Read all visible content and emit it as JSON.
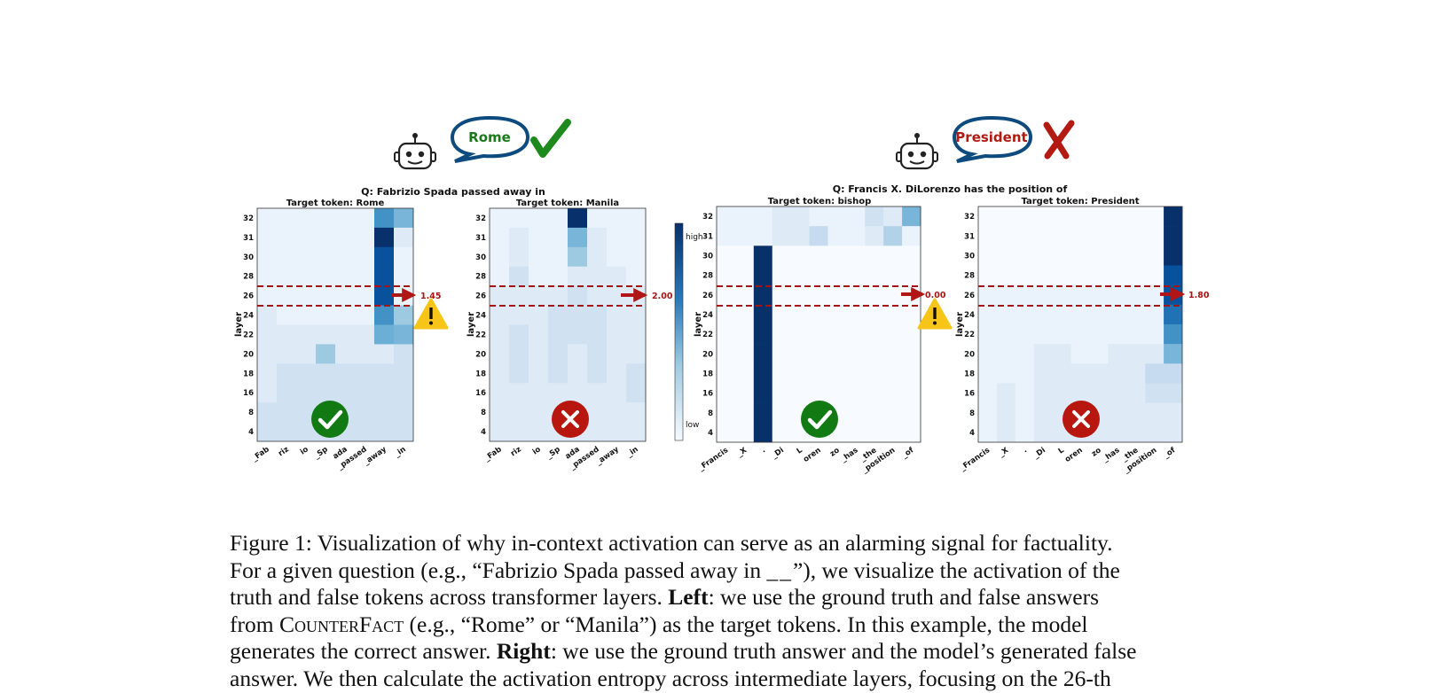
{
  "figure": {
    "left_panel": {
      "question": "Q: Fabrizio Spada passed away in",
      "bubble_text": "Rome",
      "verdict_icon": "check-mark-icon",
      "heatmaps": [
        {
          "target_label": "Target token:  Rome",
          "x_tokens": [
            "_Fab",
            "riz",
            "io",
            "_Sp",
            "ada",
            "_passed",
            "_away",
            "_in"
          ],
          "y_ticks": [
            "32",
            "31",
            "30",
            "28",
            "26",
            "24",
            "22",
            "20",
            "18",
            "16",
            "8",
            "4"
          ],
          "y_label": "layer",
          "arrow_value": "1.45",
          "warning": true,
          "result_icon": "check-circle-icon"
        },
        {
          "target_label": "Target token:  Manila",
          "x_tokens": [
            "_Fab",
            "riz",
            "io",
            "_Sp",
            "ada",
            "_passed",
            "_away",
            "_in"
          ],
          "y_ticks": [
            "32",
            "31",
            "30",
            "28",
            "26",
            "24",
            "22",
            "20",
            "18",
            "16",
            "8",
            "4"
          ],
          "y_label": "layer",
          "arrow_value": "2.00",
          "warning": false,
          "result_icon": "x-circle-icon"
        }
      ],
      "colorbar": {
        "high": "high",
        "low": "low"
      }
    },
    "right_panel": {
      "question": "Q: Francis X. DiLorenzo has the position of",
      "bubble_text": "President",
      "verdict_icon": "x-mark-icon",
      "heatmaps": [
        {
          "target_label": "Target token:  bishop",
          "x_tokens": [
            "_Francis",
            "_X",
            ".",
            "_Di",
            "L",
            "oren",
            "zo",
            "_has",
            "_the",
            "_position",
            "_of"
          ],
          "y_ticks": [
            "32",
            "31",
            "30",
            "28",
            "26",
            "24",
            "22",
            "20",
            "18",
            "16",
            "8",
            "4"
          ],
          "y_label": "layer",
          "arrow_value": "0.00",
          "warning": true,
          "result_icon": "check-circle-icon"
        },
        {
          "target_label": "Target token: President",
          "x_tokens": [
            "_Francis",
            "_X",
            ".",
            "_Di",
            "L",
            "oren",
            "zo",
            "_has",
            "_the",
            "_position",
            "_of"
          ],
          "y_ticks": [
            "32",
            "31",
            "30",
            "28",
            "26",
            "24",
            "22",
            "20",
            "18",
            "16",
            "8",
            "4"
          ],
          "y_label": "layer",
          "arrow_value": "1.80",
          "warning": false,
          "result_icon": "x-circle-icon"
        }
      ]
    },
    "colors": {
      "bubble_stroke": "#0d4a7d",
      "bubble_good": "#1a7a1a",
      "bubble_bad": "#b21a12",
      "check": "#1e8a1e",
      "cross": "#b21a12",
      "arrow": "#b01616",
      "warning": "#f6c518"
    }
  },
  "caption": {
    "line1": "Figure 1: Visualization of why in-context activation can serve as an alarming signal for factuality.",
    "line2_a": "For a given question (e.g., “Fabrizio Spada passed away in ",
    "line2_blank": "__",
    "line2_b": "”), we visualize the activation of the",
    "line3_a": "truth and false tokens across transformer layers. ",
    "line3_bold": "Left",
    "line3_b": ": we use the ground truth and false answers",
    "line4_a": "from ",
    "line4_sc": "CounterFact",
    "line4_b": " (e.g., “Rome” or “Manila”) as the target tokens. In this example, the model",
    "line5_a": "generates the correct answer. ",
    "line5_bold": "Right",
    "line5_b": ": we use the ground truth answer and the model’s generated false",
    "line6": "answer. We then calculate the activation entropy across intermediate layers, focusing on the 26-th"
  }
}
